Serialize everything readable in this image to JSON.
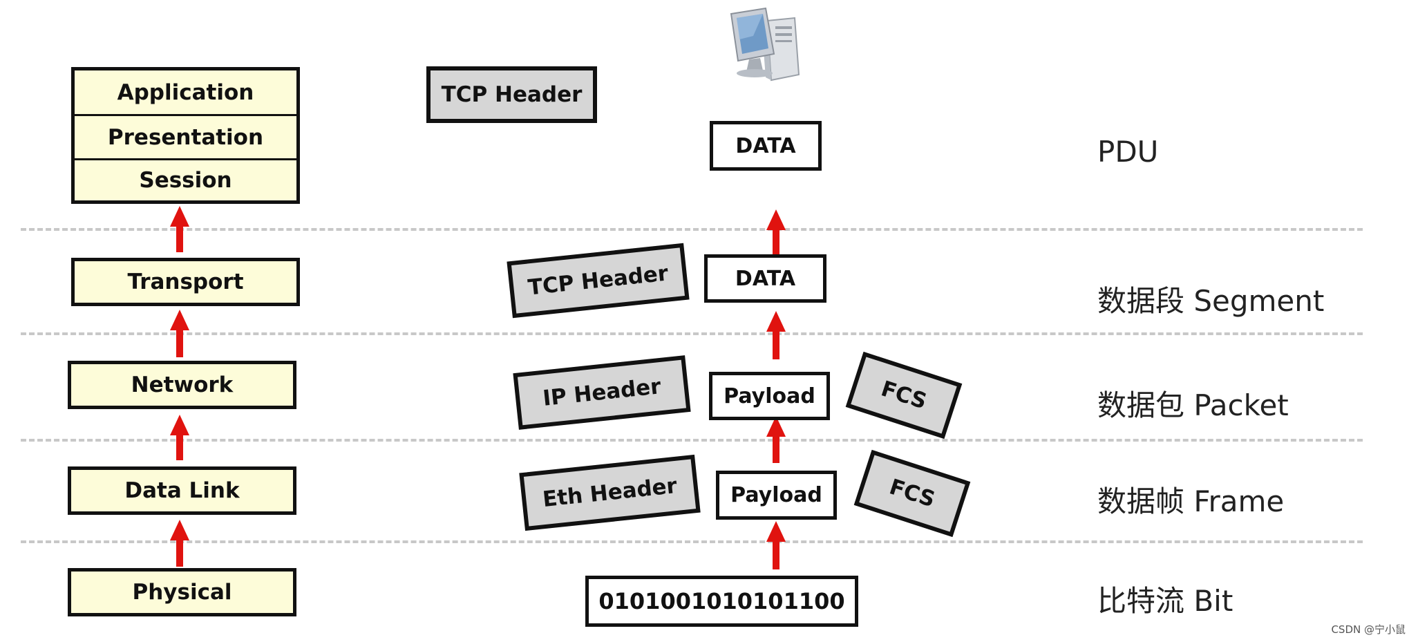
{
  "osi_layers": {
    "upper": [
      "Application",
      "Presentation",
      "Session"
    ],
    "transport": "Transport",
    "network": "Network",
    "data_link": "Data Link",
    "physical": "Physical"
  },
  "encapsulation": {
    "top_header": "TCP Header",
    "top_data": "DATA",
    "segment": {
      "header": "TCP Header",
      "data": "DATA"
    },
    "packet": {
      "header": "IP Header",
      "payload": "Payload",
      "trailer": "FCS"
    },
    "frame": {
      "header": "Eth Header",
      "payload": "Payload",
      "trailer": "FCS"
    },
    "bits": "0101001010101100"
  },
  "pdu_labels": {
    "pdu": "PDU",
    "segment": "数据段 Segment",
    "packet": "数据包 Packet",
    "frame": "数据帧 Frame",
    "bit": "比特流 Bit"
  },
  "watermark": "CSDN @宁小鼠",
  "colors": {
    "arrow": "#e0130f",
    "layer_fill": "#fdfcd9",
    "header_fill": "#d6d6d6"
  }
}
